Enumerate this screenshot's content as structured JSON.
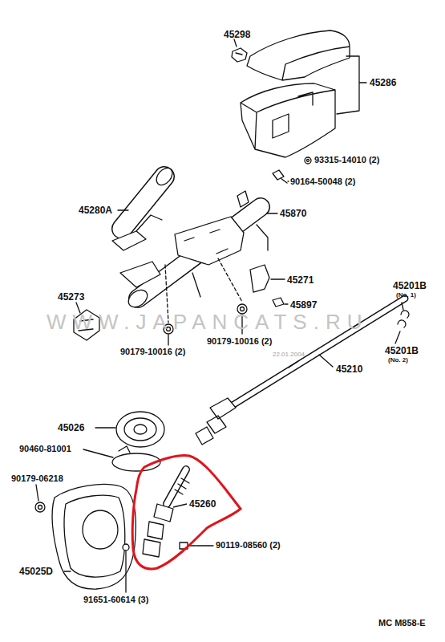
{
  "diagram": {
    "nodes": [
      {
        "text": [
          "45260"
        ]
      }
    ],
    "labels": [
      "45298",
      "45286",
      "93315-14010 (2)",
      "90164-50048 (2)",
      "45280A",
      "45870",
      "45271",
      "45201B",
      "(No. 1)",
      "45897",
      "45273",
      "WWW.JAPANCATS.RU",
      "22.01.2004",
      "90179-10016 (2)",
      "90179-10016 (2)",
      "45201B",
      "(No. 2)",
      "45210",
      "45026",
      "90460-81001",
      "90179-06218",
      "45025D",
      "91651-60614 (3)",
      "90119-08560 (2)",
      "MC M858-E"
    ]
  }
}
